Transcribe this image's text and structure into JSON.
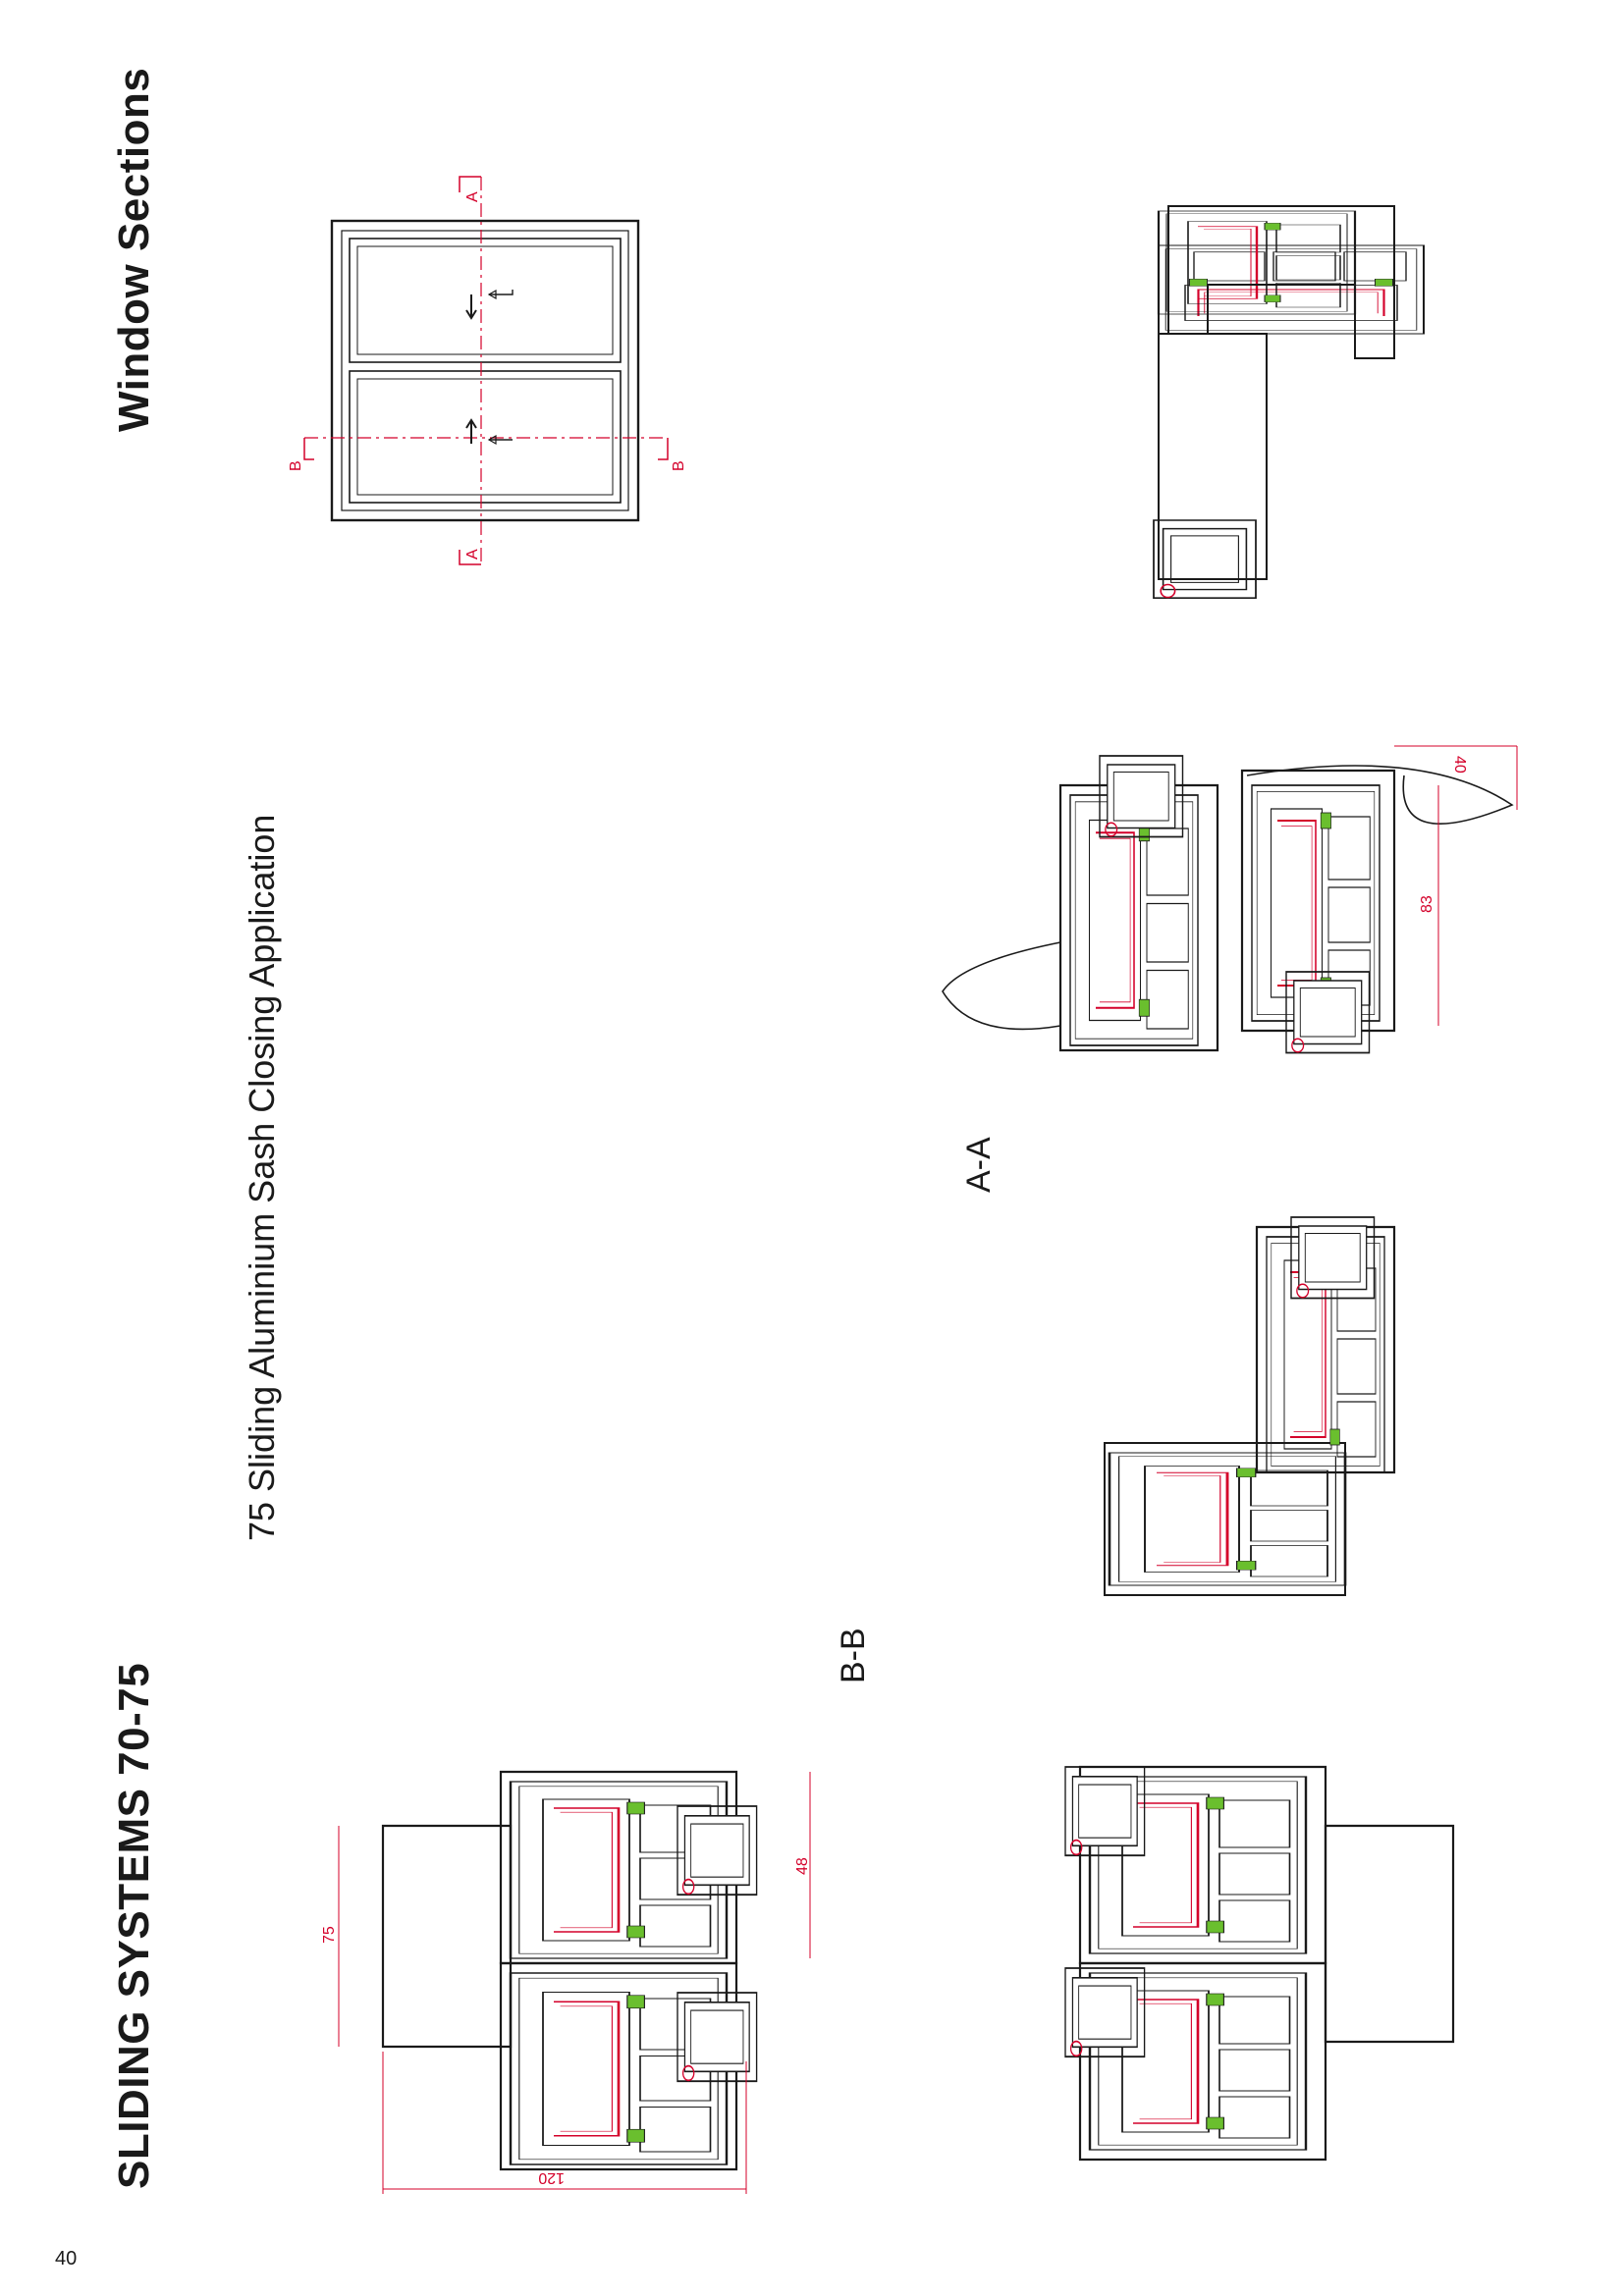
{
  "header": {
    "system_title": "SLIDING SYSTEMS 70-75",
    "section_title": "Window Sections",
    "subtitle": "75 Sliding Aluminium Sash Closing Application"
  },
  "sections": {
    "aa_label": "A-A",
    "bb_label": "B-B"
  },
  "elevation": {
    "marker_a": "A",
    "marker_b": "B"
  },
  "dimensions": {
    "d120": "120",
    "d75": "75",
    "d48": "48",
    "d83": "83",
    "d40": "40"
  },
  "colors": {
    "line": "#1a1a1a",
    "reinforcement": "#d4002a",
    "gasket": "#6abf2e",
    "dimension": "#d4002a"
  },
  "footer": {
    "page_number": "40"
  }
}
